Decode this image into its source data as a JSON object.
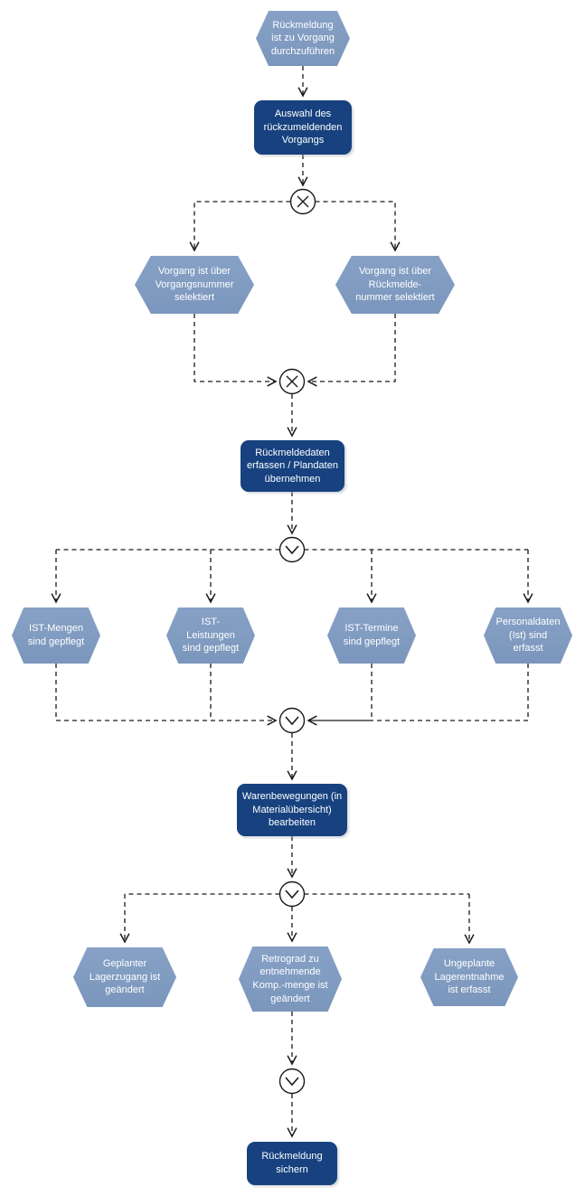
{
  "diagram": {
    "type": "EPC process flow",
    "colors": {
      "event_fill": "#7E9AC0",
      "function_fill": "#17427F",
      "line_color": "#1A1A1A",
      "text_color": "#FFFFFF",
      "background": "#FFFFFF"
    },
    "nodes": {
      "ev_start": {
        "label": "Rückmeldung ist zu Vorgang durchzuführen"
      },
      "fn_auswahl": {
        "label": "Auswahl des rückzumeldenden Vorgangs"
      },
      "xor_split": {
        "symbol": "XOR"
      },
      "ev_vorgangsnummer": {
        "label": "Vorgang ist über Vorgangsnummer selektiert"
      },
      "ev_rueckmeldenummer": {
        "label": "Vorgang ist über Rückmelde-nummer selektiert"
      },
      "xor_join": {
        "symbol": "XOR"
      },
      "fn_erfassen": {
        "label": "Rückmeldedaten erfassen / Plandaten übernehmen"
      },
      "or_split1": {
        "symbol": "OR"
      },
      "ev_ist_mengen": {
        "label": "IST-Mengen sind gepflegt"
      },
      "ev_ist_leistungen": {
        "label": "IST-Leistungen sind gepflegt"
      },
      "ev_ist_termine": {
        "label": "IST-Termine sind gepflegt"
      },
      "ev_personaldaten": {
        "label": "Personaldaten (Ist) sind erfasst"
      },
      "or_join1": {
        "symbol": "OR"
      },
      "fn_warenbewegungen": {
        "label": "Warenbewegungen (in Materialübersicht) bearbeiten"
      },
      "or_split2": {
        "symbol": "OR"
      },
      "ev_lagerzugang": {
        "label": "Geplanter Lagerzugang ist geändert"
      },
      "ev_retrograd": {
        "label": "Retrograd zu entnehmende Komp.-menge ist geändert"
      },
      "ev_lagerentnahme": {
        "label": "Ungeplante Lagerentnahme ist erfasst"
      },
      "or_join2": {
        "symbol": "OR"
      },
      "fn_sichern": {
        "label": "Rückmeldung sichern"
      }
    }
  }
}
